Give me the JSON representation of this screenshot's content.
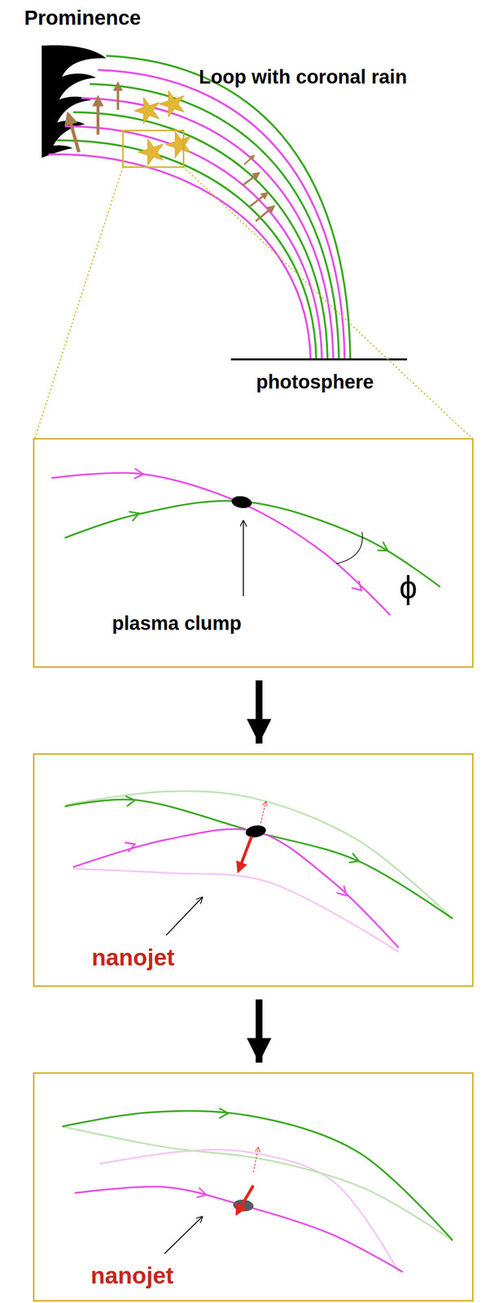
{
  "diagram": {
    "nodes": [
      {
        "text": [
          "plasma clump",
          "ϕ"
        ]
      },
      {
        "text": [
          "nanojet"
        ]
      },
      {
        "text": [
          "nanojet"
        ]
      }
    ],
    "edges": [
      {
        "from": 0,
        "to": 1,
        "arrow": "to"
      },
      {
        "from": 1,
        "to": 2,
        "arrow": "to"
      }
    ],
    "labels": [
      "Prominence",
      "Loop with coronal rain",
      "photosphere"
    ]
  }
}
